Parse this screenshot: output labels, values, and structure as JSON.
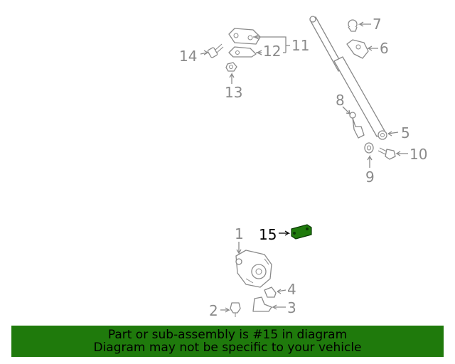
{
  "callouts": {
    "c1": "1",
    "c2": "2",
    "c3": "3",
    "c4": "4",
    "c5": "5",
    "c6": "6",
    "c7": "7",
    "c8": "8",
    "c9": "9",
    "c10": "10",
    "c11": "11",
    "c12": "12",
    "c13": "13",
    "c14": "14",
    "c15": "15"
  },
  "banner": {
    "line1": "Part or sub-assembly is #15 in diagram",
    "line2": "Diagram may not be specific to your vehicle"
  },
  "colors": {
    "banner_bg": "#1f7a0c",
    "highlight_part": "#1f7a0c",
    "line_art": "#8a8a8a",
    "highlight_text": "#000000"
  }
}
